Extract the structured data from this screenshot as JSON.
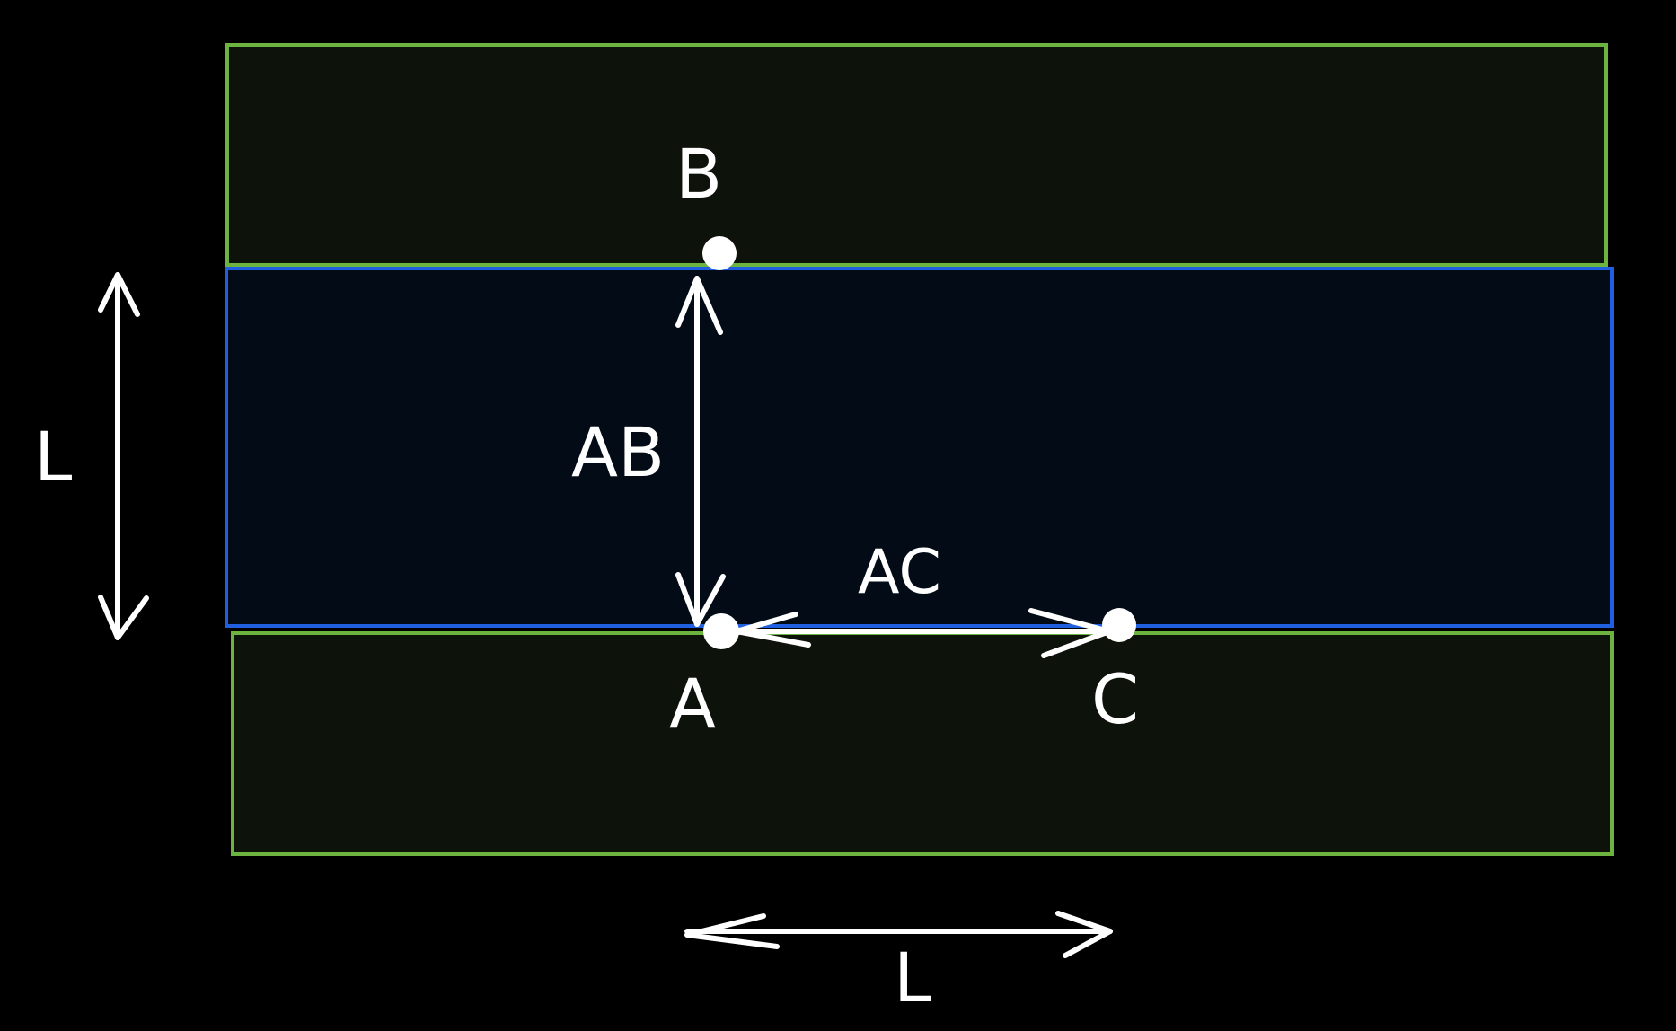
{
  "colors": {
    "background": "#000000",
    "green_border": "#6cb33f",
    "green_fill": "#0d120a",
    "blue_border": "#1f5fe0",
    "blue_fill": "#030c16",
    "ink": "#ffffff"
  },
  "labels": {
    "point_a": "A",
    "point_b": "B",
    "point_c": "C",
    "segment_ab": "AB",
    "segment_ac": "AC",
    "vertical_length": "L",
    "horizontal_length": "L"
  }
}
